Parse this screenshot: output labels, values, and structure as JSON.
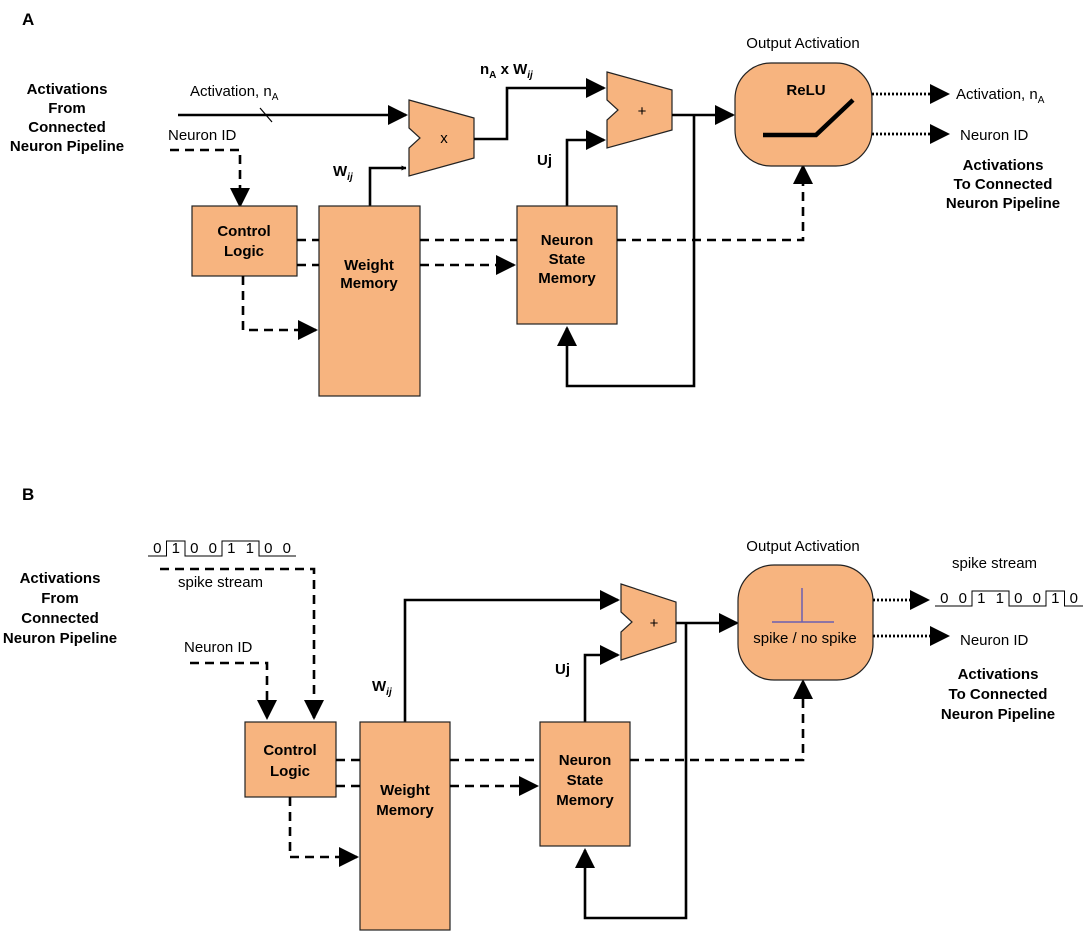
{
  "panel_a": {
    "label": "A",
    "input_heading": [
      "Activations",
      "From",
      "Connected",
      "Neuron Pipeline"
    ],
    "activation_in_label": "Activation, n",
    "activation_in_sub": "A",
    "neuron_id_in": "Neuron ID",
    "multiplier_symbol": "x",
    "product_label": {
      "n": "n",
      "n_sub": "A",
      "mid": " x W",
      "w_sub": "ij"
    },
    "adder_symbol": "+",
    "weight_input_label": {
      "main": "W",
      "sub": "ij"
    },
    "state_input_label": "Uj",
    "control_logic": [
      "Control",
      "Logic"
    ],
    "weight_memory": [
      "Weight",
      "Memory"
    ],
    "neuron_state_memory": [
      "Neuron",
      "State",
      "Memory"
    ],
    "output_activation_title": "Output Activation",
    "activation_function": "ReLU",
    "activation_out_label": "Activation, n",
    "activation_out_sub": "A",
    "neuron_id_out": "Neuron ID",
    "output_heading": [
      "Activations",
      "To Connected",
      "Neuron Pipeline"
    ]
  },
  "panel_b": {
    "label": "B",
    "input_heading": [
      "Activations",
      "From",
      "Connected",
      "Neuron Pipeline"
    ],
    "spike_bits_in": [
      "0",
      "1",
      "0",
      "0",
      "1",
      "1",
      "0",
      "0"
    ],
    "spike_stream_in_label": "spike stream",
    "neuron_id_in": "Neuron ID",
    "adder_symbol": "+",
    "weight_input_label": {
      "main": "W",
      "sub": "ij"
    },
    "state_input_label": "Uj",
    "control_logic": [
      "Control",
      "Logic"
    ],
    "weight_memory": [
      "Weight",
      "Memory"
    ],
    "neuron_state_memory": [
      "Neuron",
      "State",
      "Memory"
    ],
    "output_activation_title": "Output Activation",
    "activation_function": "spike / no spike",
    "spike_stream_out_label": "spike stream",
    "spike_bits_out": [
      "0",
      "0",
      "1",
      "1",
      "0",
      "0",
      "1",
      "0"
    ],
    "neuron_id_out": "Neuron ID",
    "output_heading": [
      "Activations",
      "To Connected",
      "Neuron Pipeline"
    ]
  },
  "colors": {
    "block_fill": "#f7b47f",
    "line": "#000000",
    "spike_marker": "#6a5fb0"
  }
}
